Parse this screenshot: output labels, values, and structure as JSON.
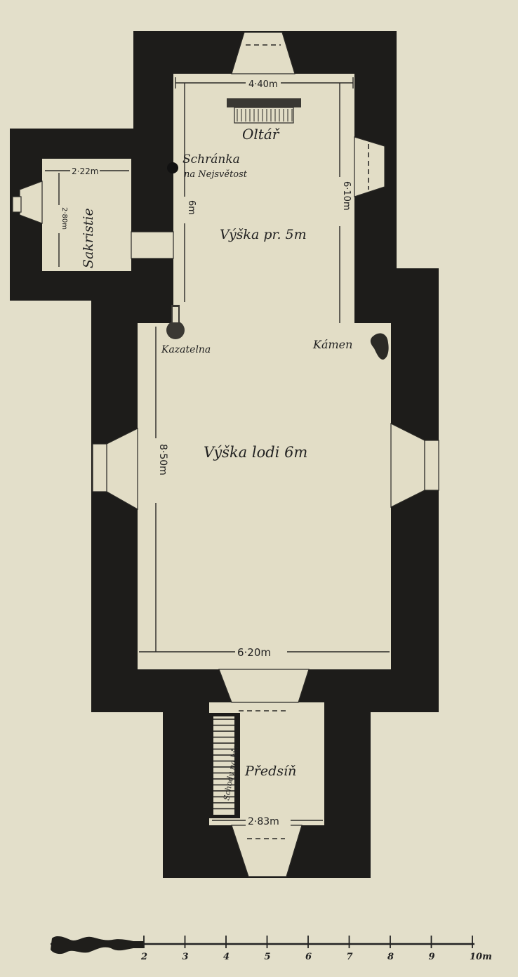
{
  "rooms": {
    "altar": "Oltář",
    "tabernacle_line1": "Schránka",
    "tabernacle_line2": "na Nejsvětost",
    "presbytery_height": "Výška pr. 5m",
    "nave_height": "Výška lodi 6m",
    "sacristy": "Sakristie",
    "stone": "Kámen",
    "pulpit": "Kazatelna",
    "vestibule": "Předsíň",
    "stairs": "Schody na kůr"
  },
  "dimensions": {
    "presbytery_width": "4·40m",
    "presbytery_length": "6·10m",
    "presbytery_depth_left": "6m",
    "sacristy_width": "2·22m",
    "sacristy_length": "2·80m",
    "nave_length": "8·50m",
    "nave_width": "6·20m",
    "vestibule_width": "2·83m"
  },
  "scale": {
    "labels": [
      "2",
      "3",
      "4",
      "5",
      "6",
      "7",
      "8",
      "9",
      "10m"
    ]
  }
}
